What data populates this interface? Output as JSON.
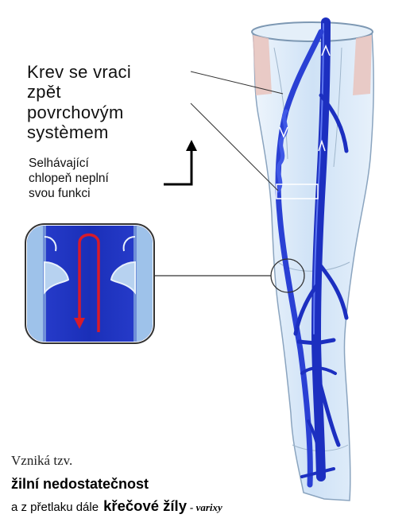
{
  "labels": {
    "blood_return": [
      "Krev se vraci",
      "zpět",
      "povrchovým",
      "systèmem"
    ],
    "valve_failure": [
      "Selhávající",
      "chlopeň neplní",
      "svou funkci"
    ]
  },
  "caption": {
    "line1": "Vzniká tzv.",
    "line2": "žilní nedostatečnost",
    "line3_prefix": "a z přetlaku dále",
    "line3_emphasis": "křečové žíly",
    "line3_suffix": "- varixy"
  },
  "colors": {
    "vein": "#1c2fc0",
    "vein_light": "#3f58e6",
    "skin": "#dcebfa",
    "cut_tissue": "#e9c3bc",
    "reflux_arrow": "#d81b2a"
  }
}
